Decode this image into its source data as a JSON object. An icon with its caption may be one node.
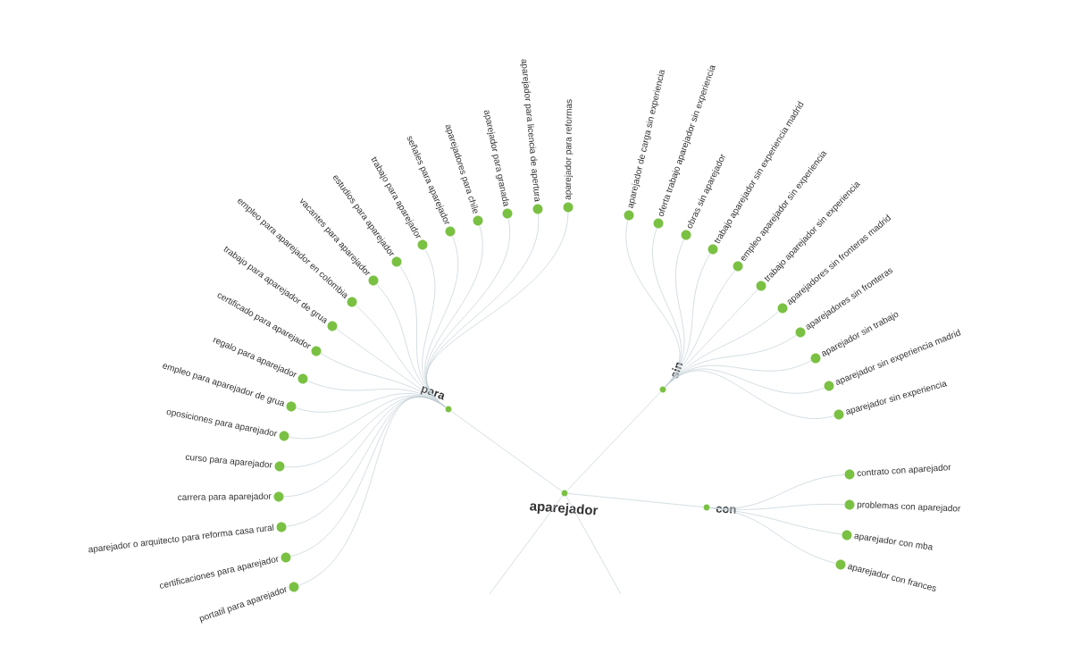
{
  "diagram": {
    "nodes": [
      {
        "text": [
          "aparejador"
        ]
      },
      {
        "text": [
          "para"
        ]
      },
      {
        "text": [
          "sin"
        ]
      },
      {
        "text": [
          "con"
        ]
      },
      {
        "text": [
          "portatil para aparejador"
        ]
      },
      {
        "text": [
          "certificaciones para aparejador"
        ]
      },
      {
        "text": [
          "aparejador o arquitecto para reforma casa rural"
        ]
      },
      {
        "text": [
          "carrera para aparejador"
        ]
      },
      {
        "text": [
          "curso para aparejador"
        ]
      },
      {
        "text": [
          "oposiciones para aparejador"
        ]
      },
      {
        "text": [
          "empleo para aparejador de grua"
        ]
      },
      {
        "text": [
          "regalo para aparejador"
        ]
      },
      {
        "text": [
          "certificado para aparejador"
        ]
      },
      {
        "text": [
          "trabajo para aparejador de grua"
        ]
      },
      {
        "text": [
          "empleo para aparejador en colombia"
        ]
      },
      {
        "text": [
          "vacantes para aparejador"
        ]
      },
      {
        "text": [
          "estudios para aparejador"
        ]
      },
      {
        "text": [
          "trabajo para aparejador"
        ]
      },
      {
        "text": [
          "señales para aparejador"
        ]
      },
      {
        "text": [
          "aparejadores para chile"
        ]
      },
      {
        "text": [
          "aparejador para granada"
        ]
      },
      {
        "text": [
          "aparejador para licencia de apertura"
        ]
      },
      {
        "text": [
          "aparejador para reformas"
        ]
      },
      {
        "text": [
          "aparejador de carga sin experiencia"
        ]
      },
      {
        "text": [
          "oferta trabajo aparejador sin experiencia"
        ]
      },
      {
        "text": [
          "obras sin aparejador"
        ]
      },
      {
        "text": [
          "trabajo aparejador sin experiencia madrid"
        ]
      },
      {
        "text": [
          "empleo aparejador sin experiencia"
        ]
      },
      {
        "text": [
          "trabajo aparejador sin experiencia"
        ]
      },
      {
        "text": [
          "aparejadores sin fronteras madrid"
        ]
      },
      {
        "text": [
          "aparejadores sin fronteras"
        ]
      },
      {
        "text": [
          "aparejador sin trabajo"
        ]
      },
      {
        "text": [
          "aparejador sin experiencia madrid"
        ]
      },
      {
        "text": [
          "aparejador sin experiencia"
        ]
      },
      {
        "text": [
          "contrato con aparejador"
        ]
      },
      {
        "text": [
          "problemas con aparejador"
        ]
      },
      {
        "text": [
          "aparejador con mba"
        ]
      },
      {
        "text": [
          "aparejador con frances"
        ]
      }
    ],
    "edges": [
      {
        "from": 0,
        "to": 1,
        "arrow": "none"
      },
      {
        "from": 0,
        "to": 2,
        "arrow": "none"
      },
      {
        "from": 0,
        "to": 3,
        "arrow": "none"
      },
      {
        "from": 0,
        "to": null,
        "arrow": "none"
      },
      {
        "from": 0,
        "to": null,
        "arrow": "none"
      },
      {
        "from": 1,
        "to": 4,
        "arrow": "none"
      },
      {
        "from": 1,
        "to": 5,
        "arrow": "none"
      },
      {
        "from": 1,
        "to": 6,
        "arrow": "none"
      },
      {
        "from": 1,
        "to": 7,
        "arrow": "none"
      },
      {
        "from": 1,
        "to": 8,
        "arrow": "none"
      },
      {
        "from": 1,
        "to": 9,
        "arrow": "none"
      },
      {
        "from": 1,
        "to": 10,
        "arrow": "none"
      },
      {
        "from": 1,
        "to": 11,
        "arrow": "none"
      },
      {
        "from": 1,
        "to": 12,
        "arrow": "none"
      },
      {
        "from": 1,
        "to": 13,
        "arrow": "none"
      },
      {
        "from": 1,
        "to": 14,
        "arrow": "none"
      },
      {
        "from": 1,
        "to": 15,
        "arrow": "none"
      },
      {
        "from": 1,
        "to": 16,
        "arrow": "none"
      },
      {
        "from": 1,
        "to": 17,
        "arrow": "none"
      },
      {
        "from": 1,
        "to": 18,
        "arrow": "none"
      },
      {
        "from": 1,
        "to": 19,
        "arrow": "none"
      },
      {
        "from": 1,
        "to": 20,
        "arrow": "none"
      },
      {
        "from": 1,
        "to": 21,
        "arrow": "none"
      },
      {
        "from": 1,
        "to": 22,
        "arrow": "none"
      },
      {
        "from": 2,
        "to": 23,
        "arrow": "none"
      },
      {
        "from": 2,
        "to": 24,
        "arrow": "none"
      },
      {
        "from": 2,
        "to": 25,
        "arrow": "none"
      },
      {
        "from": 2,
        "to": 26,
        "arrow": "none"
      },
      {
        "from": 2,
        "to": 27,
        "arrow": "none"
      },
      {
        "from": 2,
        "to": 28,
        "arrow": "none"
      },
      {
        "from": 2,
        "to": 29,
        "arrow": "none"
      },
      {
        "from": 2,
        "to": 30,
        "arrow": "none"
      },
      {
        "from": 2,
        "to": 31,
        "arrow": "none"
      },
      {
        "from": 2,
        "to": 32,
        "arrow": "none"
      },
      {
        "from": 2,
        "to": 33,
        "arrow": "none"
      },
      {
        "from": 3,
        "to": 34,
        "arrow": "none"
      },
      {
        "from": 3,
        "to": 35,
        "arrow": "none"
      },
      {
        "from": 3,
        "to": 36,
        "arrow": "none"
      },
      {
        "from": 3,
        "to": 37,
        "arrow": "none"
      }
    ]
  }
}
